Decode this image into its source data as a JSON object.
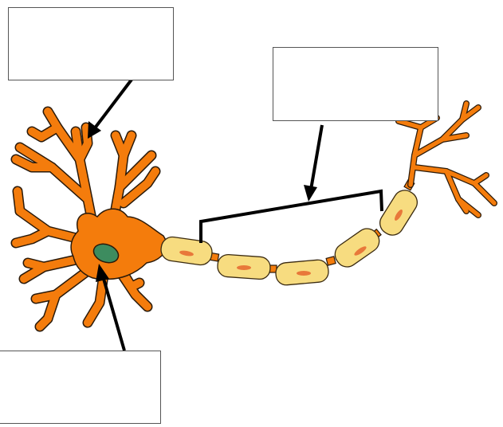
{
  "diagram": {
    "subject": "neuron",
    "colors": {
      "cell_body": "#f47c0c",
      "cell_outline": "#2a1a0a",
      "nucleus": "#3d8c5f",
      "myelin": "#f7dc80",
      "myelin_outline": "#3a2a10",
      "schwann_nucleus": "#e8783a",
      "node": "#f47c0c",
      "pointer": "#000000",
      "box_border": "#555555",
      "background": "#ffffff"
    },
    "label_boxes": [
      {
        "id": "dendrite-label",
        "text": ""
      },
      {
        "id": "myelin-sheath-label",
        "text": ""
      },
      {
        "id": "nucleus-label",
        "text": ""
      }
    ]
  }
}
